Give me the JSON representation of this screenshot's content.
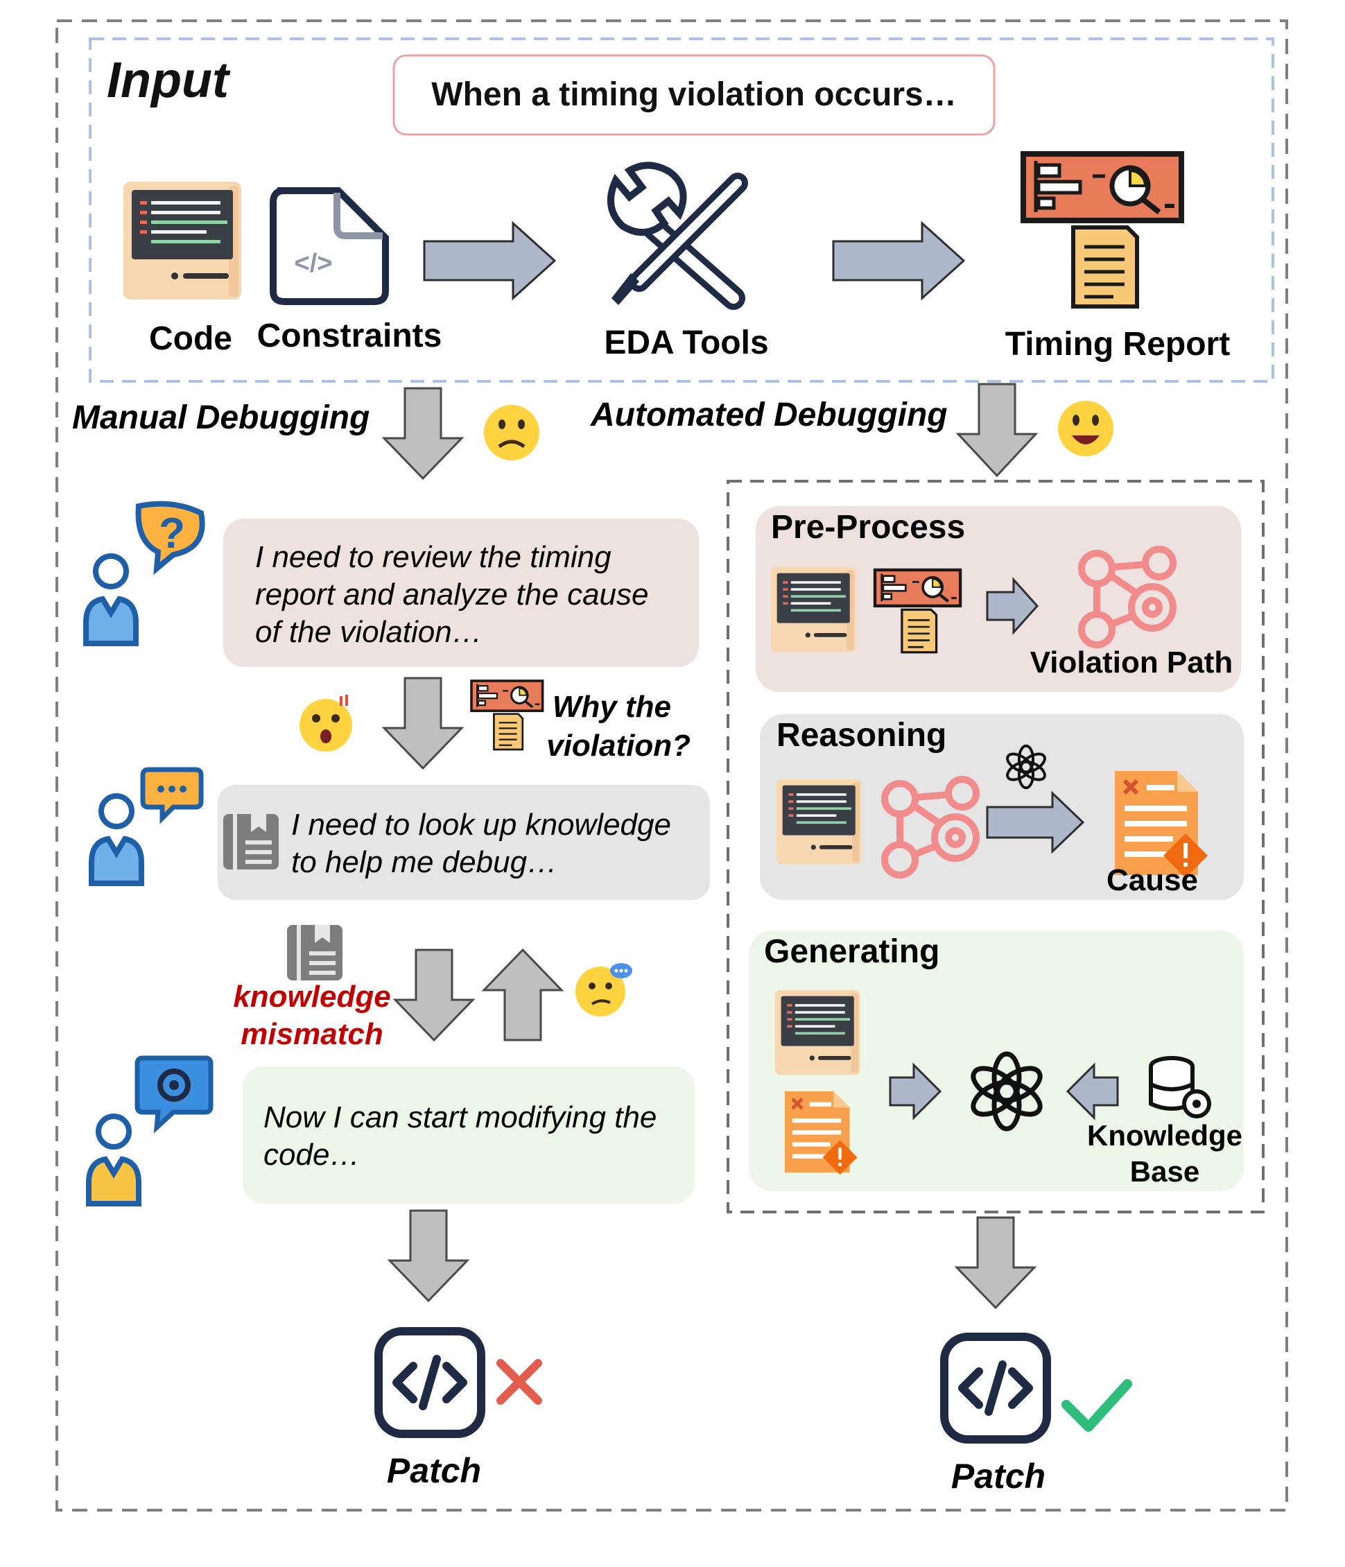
{
  "input": {
    "title": "Input",
    "trigger": "When a timing violation occurs…",
    "code_label": "Code",
    "constraints_label": "Constraints",
    "eda_label": "EDA Tools",
    "report_label": "Timing Report"
  },
  "manual": {
    "title": "Manual Debugging",
    "bubble1": [
      "I  need  to  review  the  timing",
      "report and analyze the cause",
      "of the violation…"
    ],
    "why": [
      "Why the",
      "violation?"
    ],
    "bubble2": [
      "I need to look up knowledge",
      "to help me debug…"
    ],
    "mismatch": [
      "knowledge",
      "mismatch"
    ],
    "bubble3": [
      "Now I can start modifying the",
      "code…"
    ],
    "patch_label": "Patch"
  },
  "auto": {
    "title": "Automated Debugging",
    "preprocess_title": "Pre-Process",
    "violation_path_label": "Violation Path",
    "reasoning_title": "Reasoning",
    "cause_label": "Cause",
    "generating_title": "Generating",
    "knowledge_base_label": [
      "Knowledge",
      "Base"
    ],
    "patch_label": "Patch"
  },
  "colors": {
    "arrow_blue": "#adb9ca",
    "arrow_gray": "#bfbfbf",
    "mismatch_red": "#c00000",
    "check_green": "#2ebd7a",
    "cross_red": "#e35d4f"
  }
}
